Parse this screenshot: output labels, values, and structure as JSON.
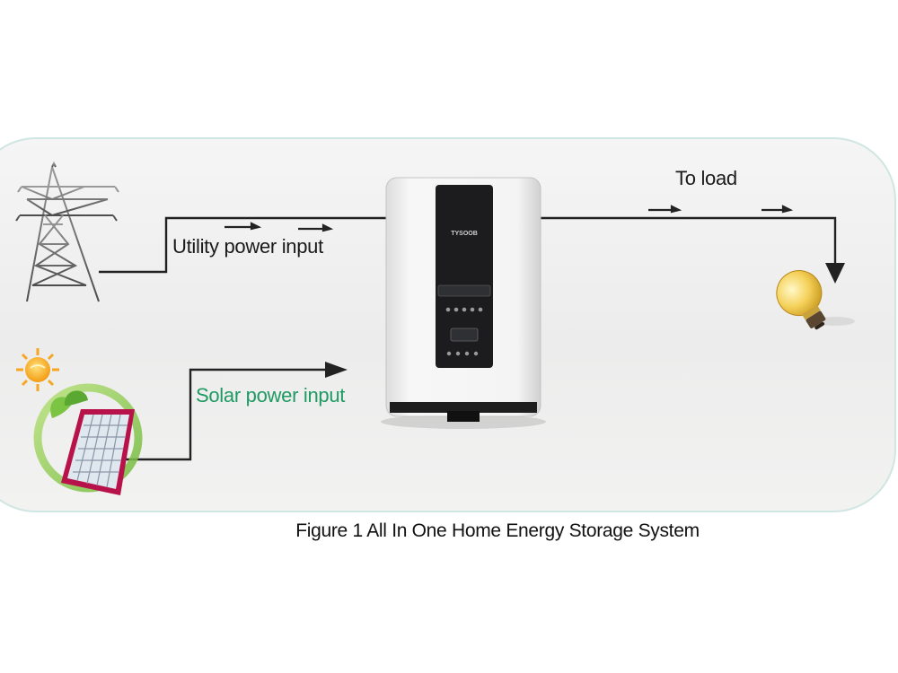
{
  "diagram": {
    "utility_label": "Utility power input",
    "solar_label": "Solar power input",
    "load_label": "To load",
    "inverter_brand": "TYSOOB",
    "caption": "Figure 1 All In One Home Energy Storage System"
  },
  "icons": [
    "transmission-tower-icon",
    "sun-icon",
    "solar-panel-icon",
    "inverter-icon",
    "light-bulb-icon"
  ],
  "colors": {
    "flow_line": "#222222",
    "solar_text": "#1f9a62",
    "panel_border": "#cfe6e3",
    "panel_fill": "#efefef",
    "bulb": "#f2c94c"
  }
}
